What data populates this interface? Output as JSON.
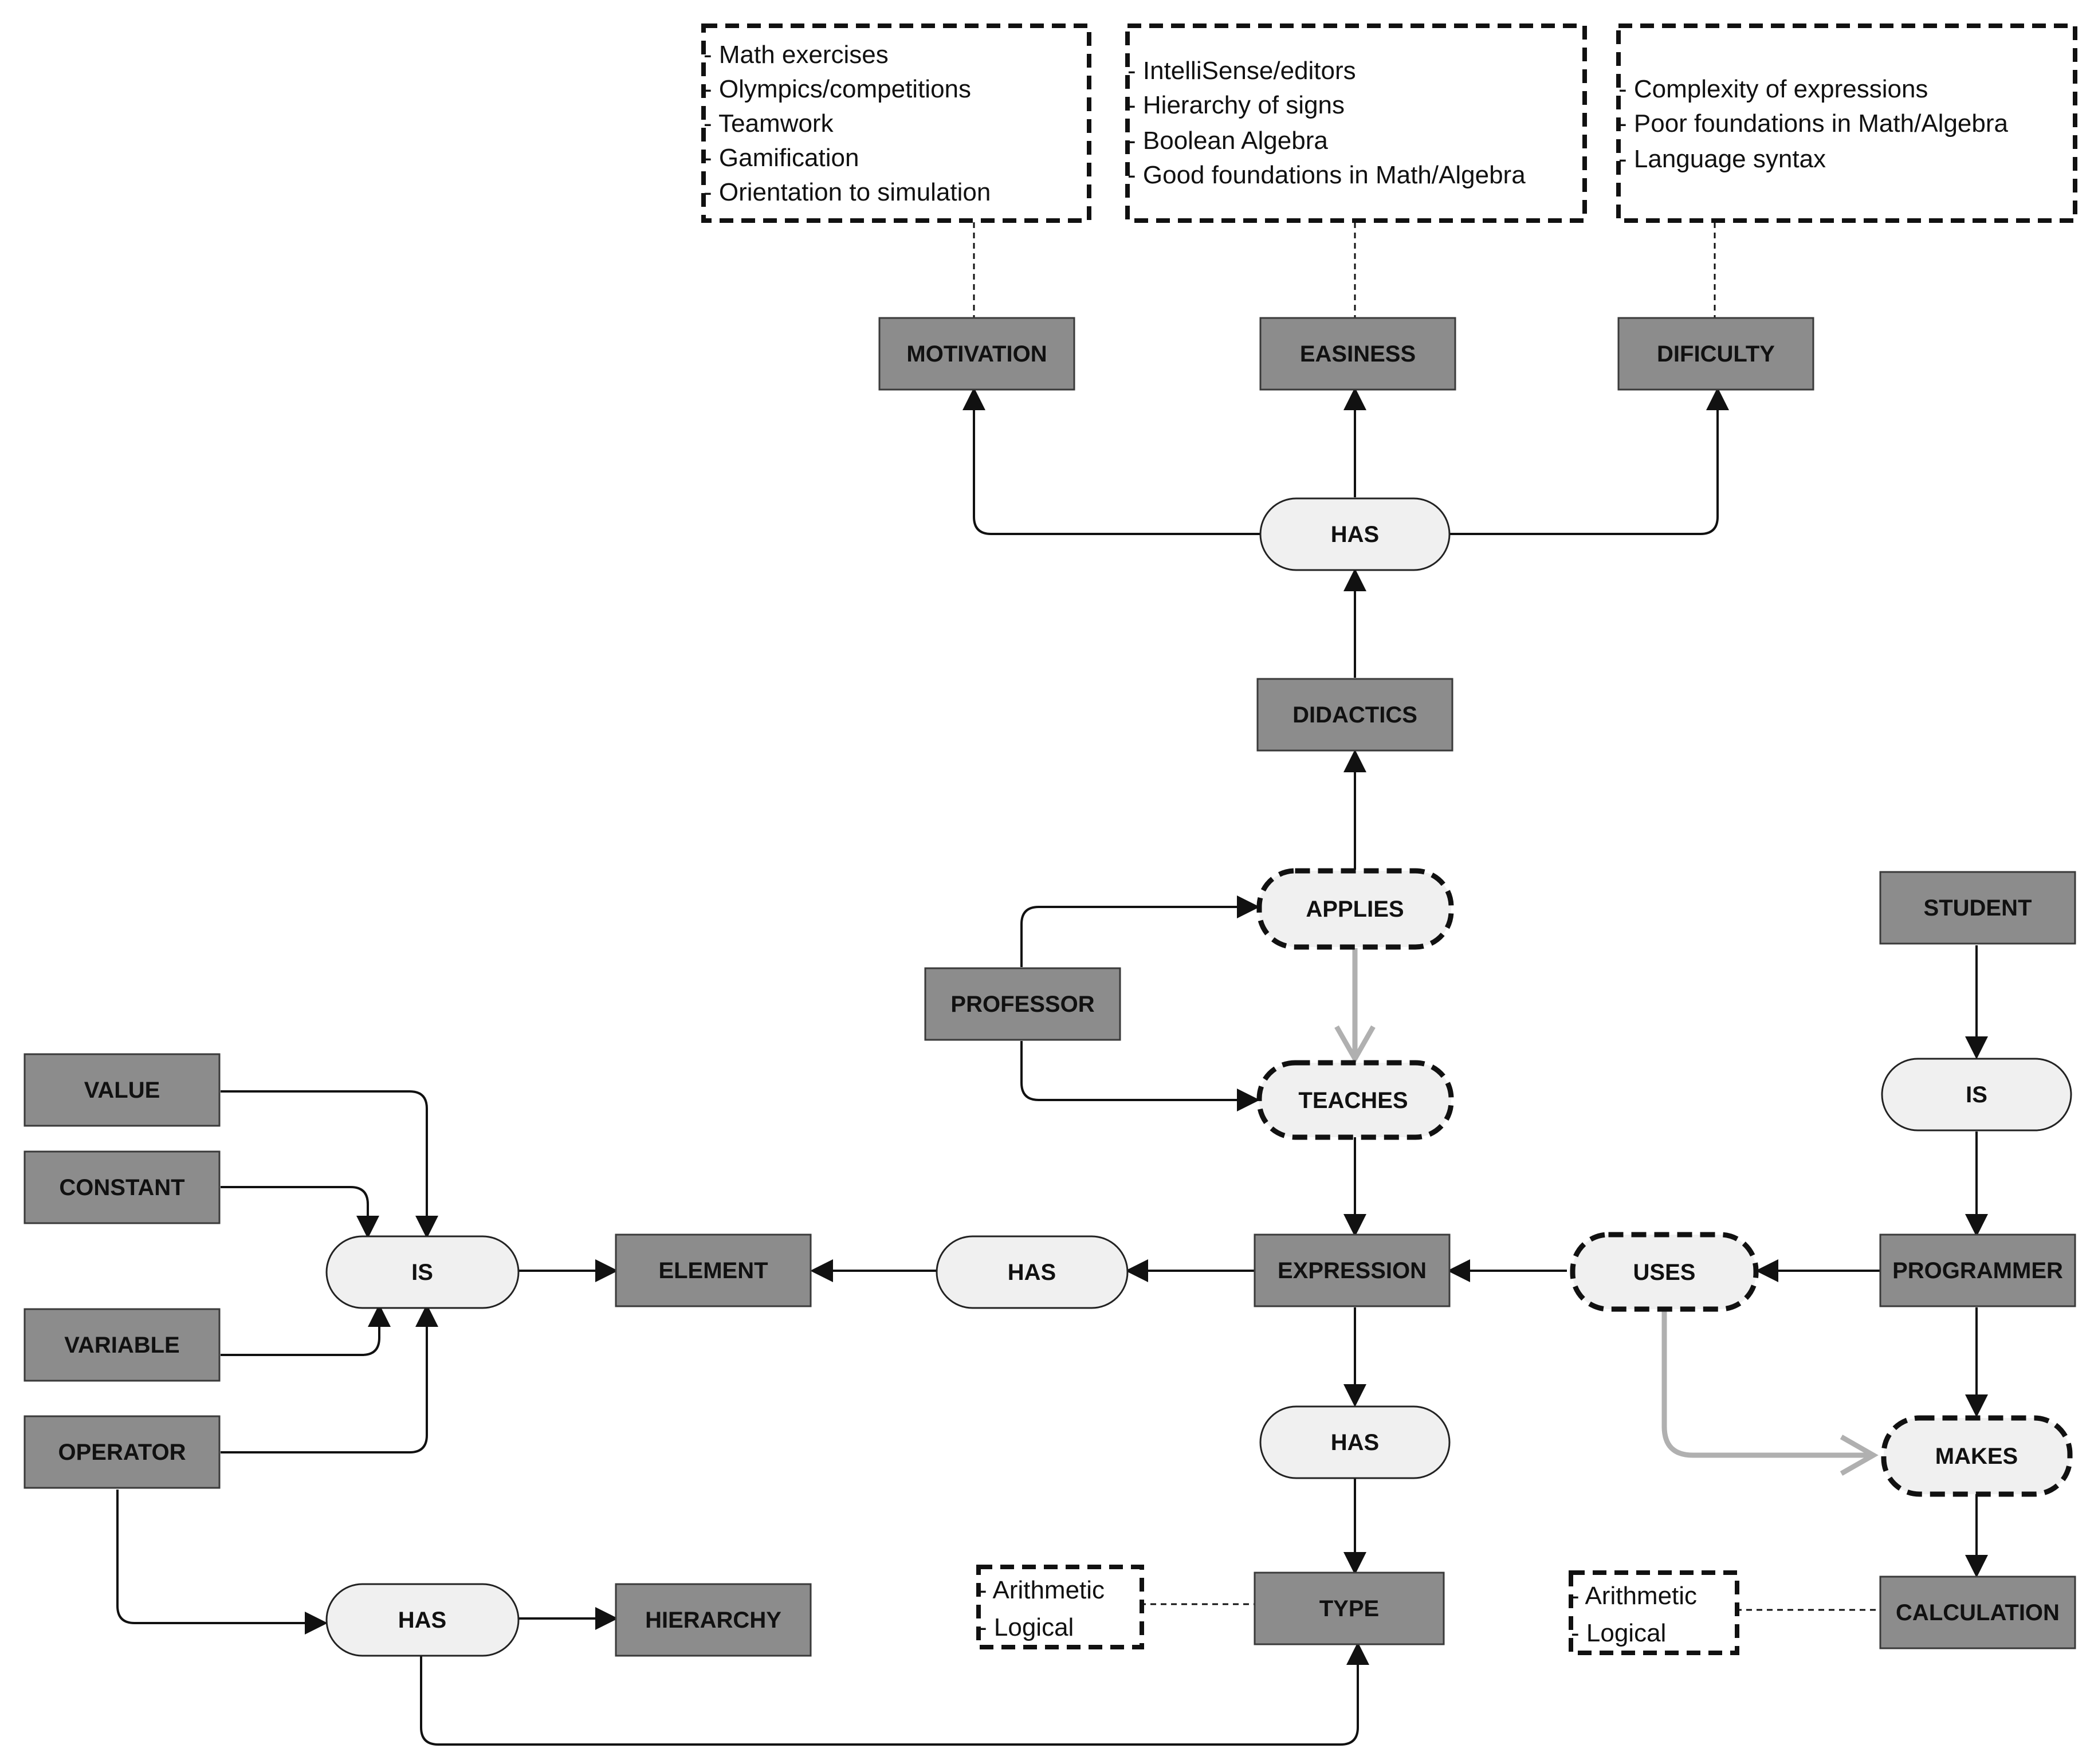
{
  "concepts": {
    "motivation": "MOTIVATION",
    "easiness": "EASINESS",
    "dificulty": "DIFICULTY",
    "didactics": "DIDACTICS",
    "professor": "PROFESSOR",
    "student": "STUDENT",
    "value": "VALUE",
    "constant": "CONSTANT",
    "variable": "VARIABLE",
    "operator": "OPERATOR",
    "element": "ELEMENT",
    "expression": "EXPRESSION",
    "programmer": "PROGRAMMER",
    "type": "TYPE",
    "calculation": "CALCULATION",
    "hierarchy": "HIERARCHY"
  },
  "links": {
    "has_top": "HAS",
    "applies": "APPLIES",
    "teaches": "TEACHES",
    "is_student": "IS",
    "is_element": "IS",
    "has_element": "HAS",
    "uses": "USES",
    "has_type": "HAS",
    "makes": "MAKES",
    "has_hierarchy": "HAS"
  },
  "notes": {
    "motivation": [
      "Math exercises",
      "Olympics/competitions",
      "Teamwork",
      "Gamification",
      "Orientation to simulation"
    ],
    "easiness": [
      "IntelliSense/editors",
      "Hierarchy of signs",
      "Boolean Algebra",
      "Good foundations in Math/Algebra"
    ],
    "dificulty": [
      "Complexity of expressions",
      "Poor foundations in Math/Algebra",
      "Language syntax"
    ],
    "type": [
      "Arithmetic",
      "Logical"
    ],
    "calculation": [
      "Arithmetic",
      "Logical"
    ]
  }
}
